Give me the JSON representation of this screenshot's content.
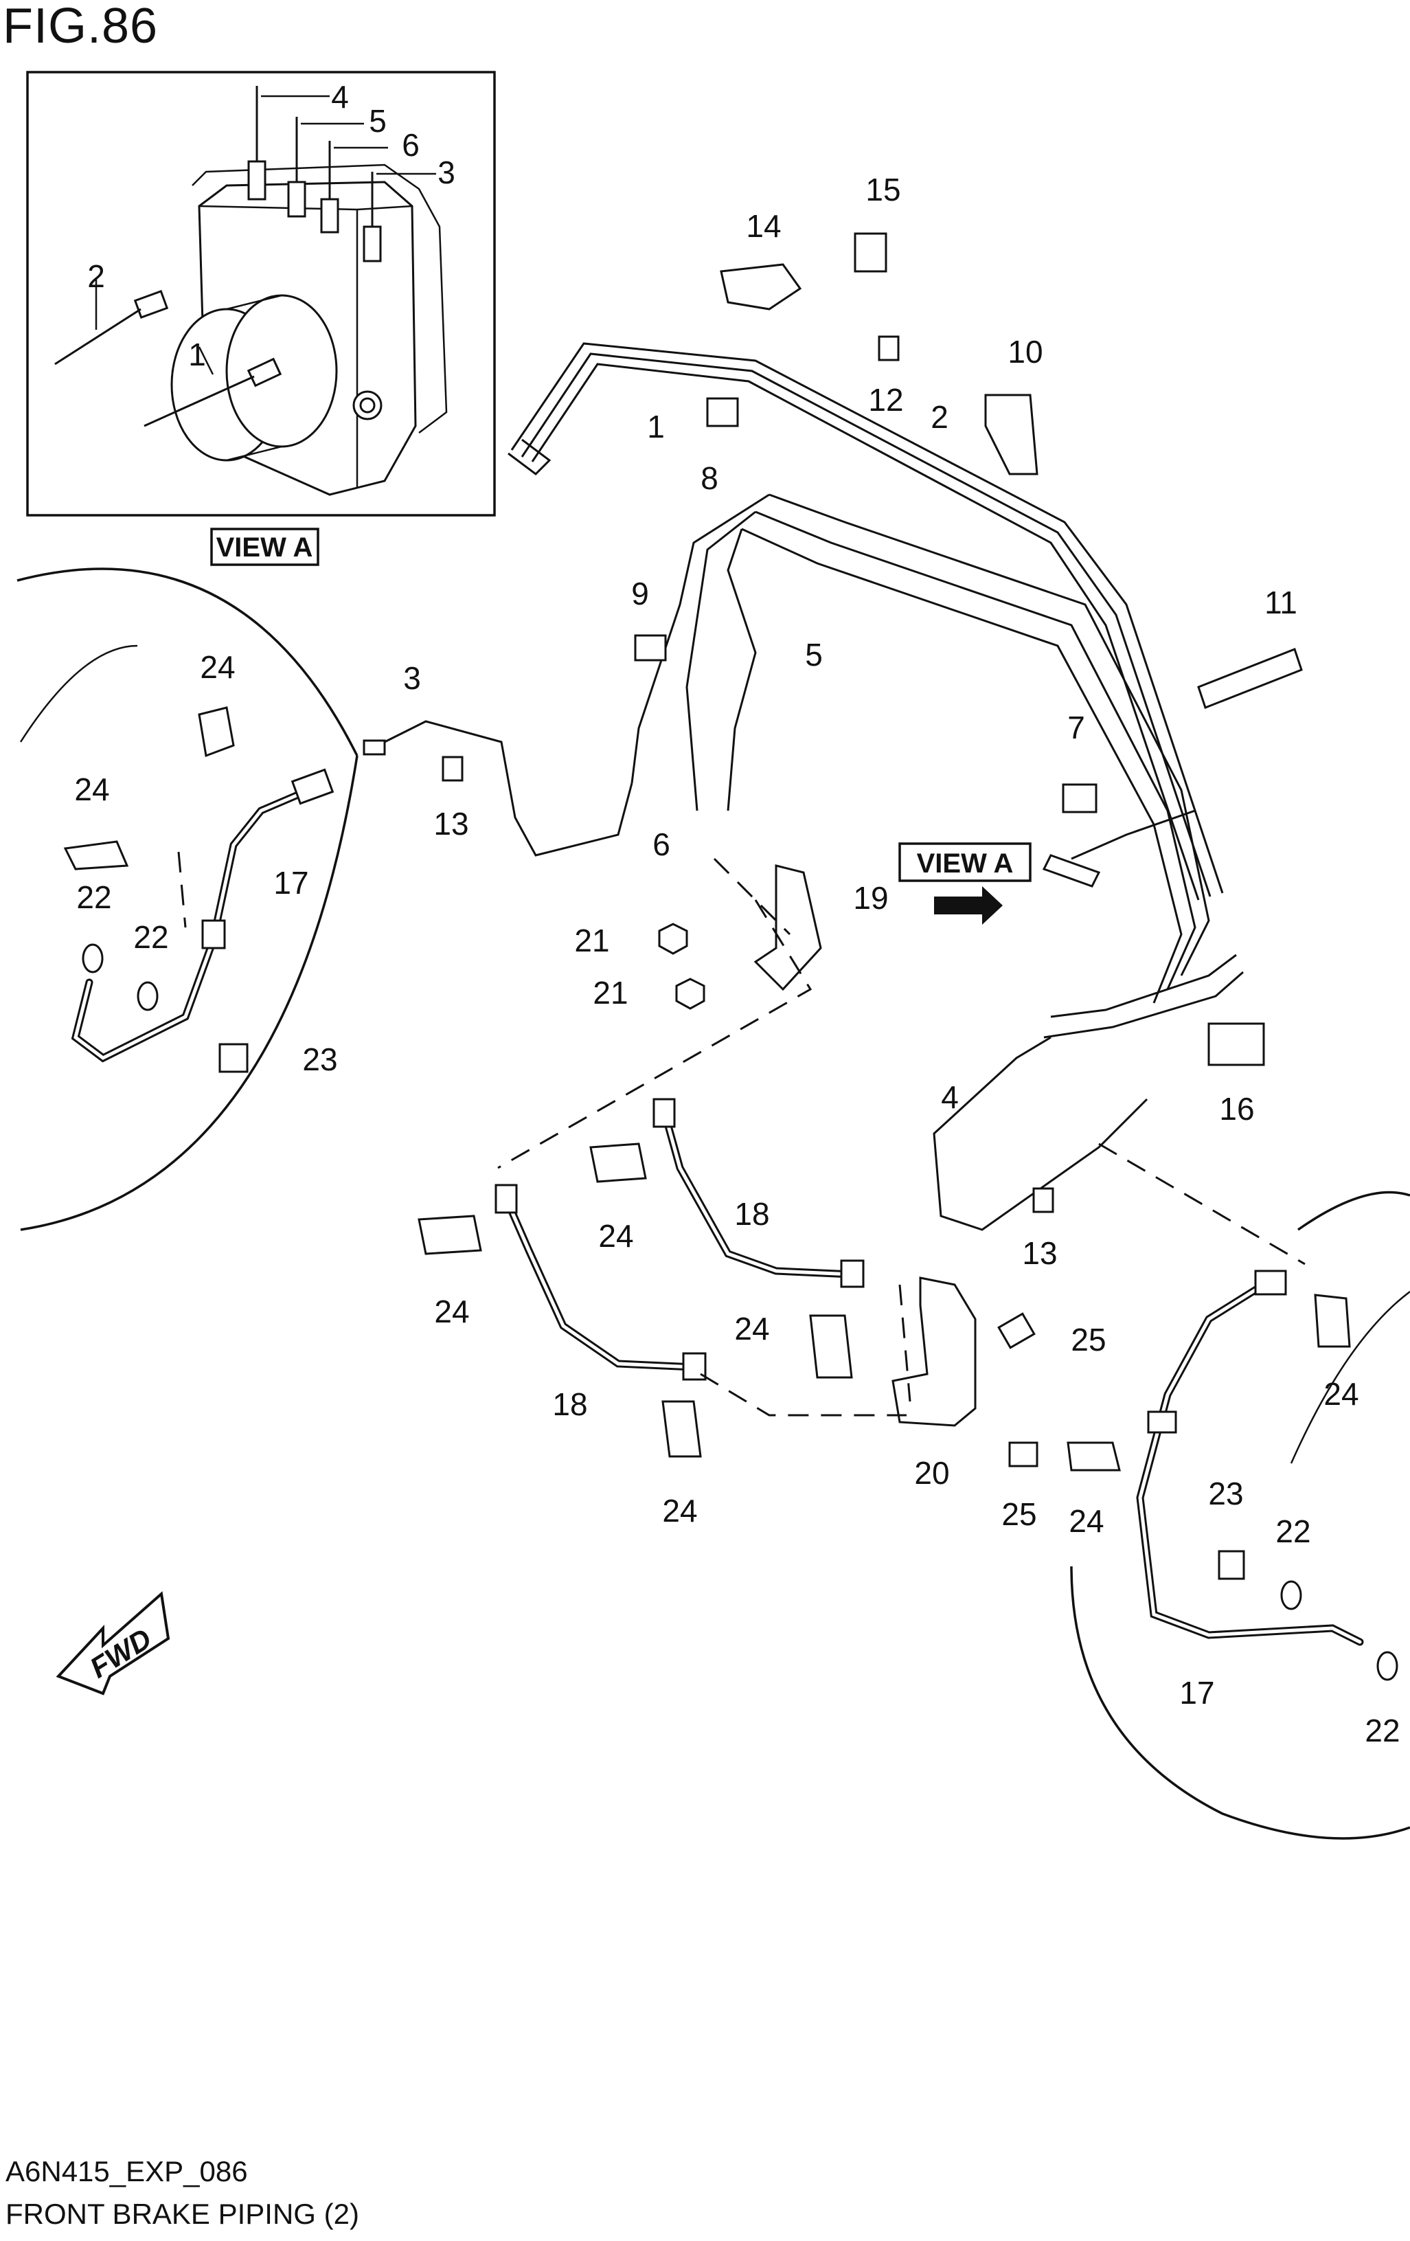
{
  "header": {
    "figure_title": "FIG.86"
  },
  "footer": {
    "code": "A6N415_EXP_086",
    "caption": "FRONT BRAKE PIPING (2)"
  },
  "view_label": "VIEW A",
  "view_marker": "VIEW A",
  "fwd_label": "FWD",
  "inset_callouts": [
    "4",
    "5",
    "6",
    "3",
    "2",
    "1"
  ],
  "callouts": [
    "14",
    "15",
    "12",
    "10",
    "1",
    "8",
    "2",
    "9",
    "5",
    "11",
    "3",
    "24",
    "13",
    "7",
    "6",
    "24",
    "19",
    "22",
    "17",
    "22",
    "21",
    "21",
    "23",
    "16",
    "4",
    "13",
    "18",
    "24",
    "24",
    "24",
    "25",
    "18",
    "20",
    "25",
    "24",
    "24",
    "23",
    "22",
    "17",
    "22",
    "24"
  ]
}
